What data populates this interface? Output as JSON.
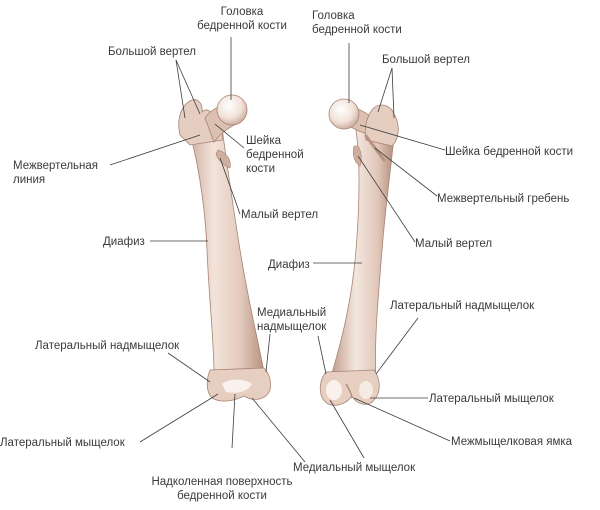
{
  "colors": {
    "bone": "#e8d3c8",
    "bone_shade": "#c9a797",
    "bone_dark": "#a88474",
    "highlight": "#faf1ec",
    "leader": "#3c3c3c",
    "text": "#3a3a3a"
  },
  "labels": {
    "head_left": [
      "Головка",
      "бедренной кости"
    ],
    "head_right": [
      "Головка",
      "бедренной кости"
    ],
    "greater_trochanter_left": "Большой вертел",
    "greater_trochanter_right": "Большой вертел",
    "intertrochanteric_line": [
      "Межвертельная",
      "линия"
    ],
    "neck_left": [
      "Шейка",
      "бедренной",
      "кости"
    ],
    "neck_right": "Шейка бедренной кости",
    "intertrochanteric_crest": "Межвертельный гребень",
    "lesser_trochanter_left": "Малый вертел",
    "lesser_trochanter_right": "Малый вертел",
    "shaft_left": "Диафиз",
    "shaft_right": "Диафиз",
    "medial_epicondyle": [
      "Медиальный",
      "надмыщелок"
    ],
    "lateral_epicondyle_left": "Латеральный надмыщелок",
    "lateral_epicondyle_right": "Латеральный надмыщелок",
    "lateral_condyle_left": "Латеральный мыщелок",
    "lateral_condyle_right": "Латеральный мыщелок",
    "patellar_surface": [
      "Надколенная поверхность",
      "бедренной кости"
    ],
    "medial_condyle": "Медиальный мыщелок",
    "intercondylar_fossa": "Межмыщелковая ямка"
  }
}
